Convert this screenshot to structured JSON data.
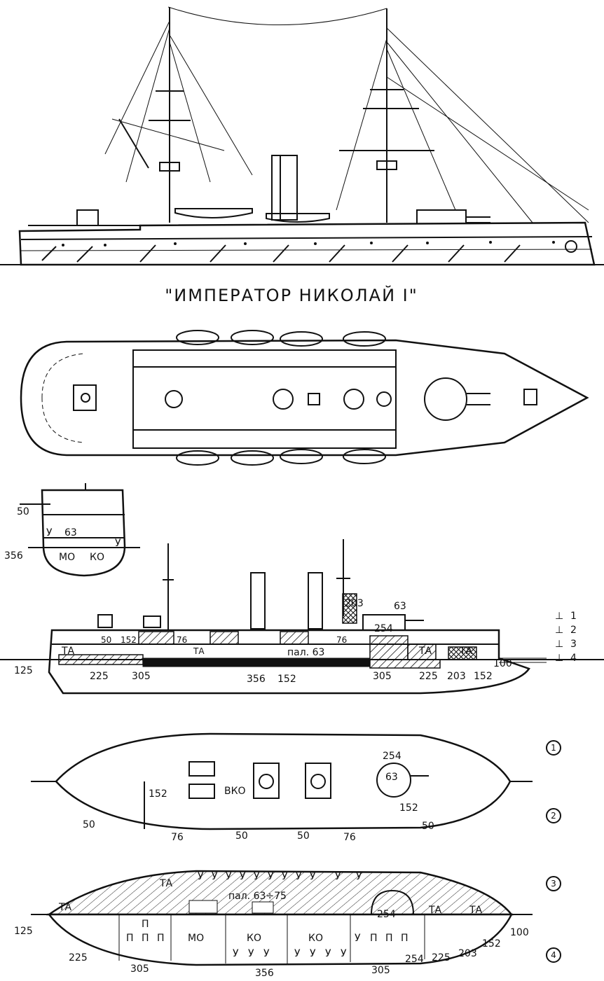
{
  "title": "\"ИМПЕРАТОР НИКОЛАЙ I\"",
  "section_view": {
    "labels": [
      "50",
      "63",
      "У",
      "У",
      "356",
      "МО",
      "КО"
    ]
  },
  "armor_profile": {
    "labels": [
      "203",
      "63",
      "254",
      "50",
      "152",
      "76",
      "76",
      "ТА",
      "ТА",
      "пал. 63",
      "ТА",
      "ТА",
      "100",
      "125",
      "225",
      "305",
      "356",
      "152",
      "305",
      "225",
      "203",
      "152"
    ],
    "deck_legend": [
      {
        "mark": "⊥",
        "num": "1"
      },
      {
        "mark": "⊥",
        "num": "2"
      },
      {
        "mark": "⊥",
        "num": "3"
      },
      {
        "mark": "⊥",
        "num": "4"
      }
    ]
  },
  "deck_plan_upper": {
    "marker": "1",
    "labels": [
      "254",
      "63",
      "152",
      "ВКО",
      "152",
      "50",
      "76",
      "50",
      "50",
      "76",
      "50"
    ]
  },
  "deck_plan_lower": {
    "markers": [
      "2",
      "3",
      "4"
    ],
    "top_row": [
      "ТА",
      "У",
      "У",
      "У",
      "У",
      "У",
      "У",
      "У",
      "У",
      "У",
      "У",
      "У"
    ],
    "labels": [
      "пал. 63÷75",
      "ТА",
      "254",
      "ТА",
      "ТА",
      "125",
      "П",
      "П",
      "П",
      "П",
      "МО",
      "КО",
      "КО",
      "У",
      "П",
      "П",
      "П",
      "100",
      "152",
      "225",
      "305",
      "356",
      "305",
      "254",
      "225",
      "203"
    ],
    "bottom_row": [
      "У",
      "У",
      "У",
      "У",
      "У",
      "У",
      "У"
    ]
  }
}
